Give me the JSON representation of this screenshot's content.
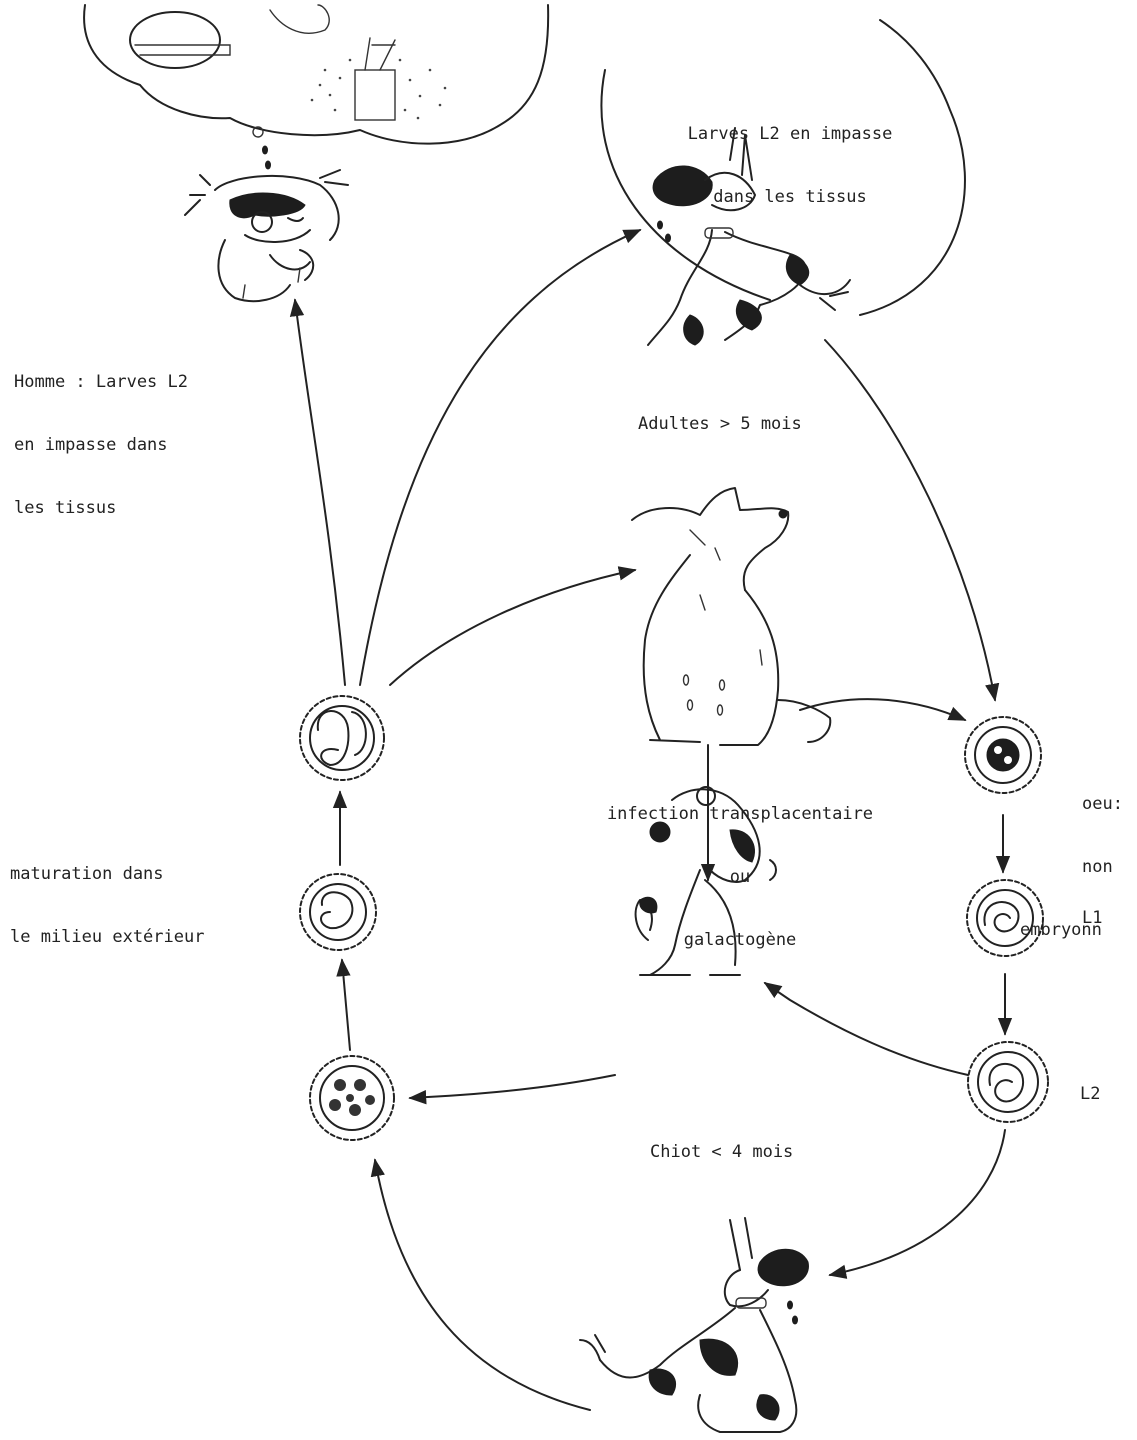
{
  "labels": {
    "human_l2": [
      "Homme : Larves L2",
      "en impasse dans",
      "les tissus"
    ],
    "dog_l2": [
      "Larves L2 en impasse",
      "dans les tissus"
    ],
    "adults": "Adultes > 5 mois",
    "infection": [
      "infection transplacentaire",
      "ou",
      "galactogène"
    ],
    "maturation": [
      "maturation dans",
      "le milieu extérieur"
    ],
    "egg_unembryonated": [
      "oeu:",
      "non",
      "embryonn"
    ],
    "l1": "L1",
    "l2": "L2",
    "puppy": "Chiot < 4 mois"
  },
  "icons": {
    "human": "thinking-man-icon",
    "dog_top": "spotted-dog-icon",
    "mother": "nursing-dog-icon",
    "puppy": "puppy-icon",
    "dog_bottom": "spotted-dog-icon",
    "thought": "thought-cloud-icon",
    "egg": "egg-icon"
  }
}
